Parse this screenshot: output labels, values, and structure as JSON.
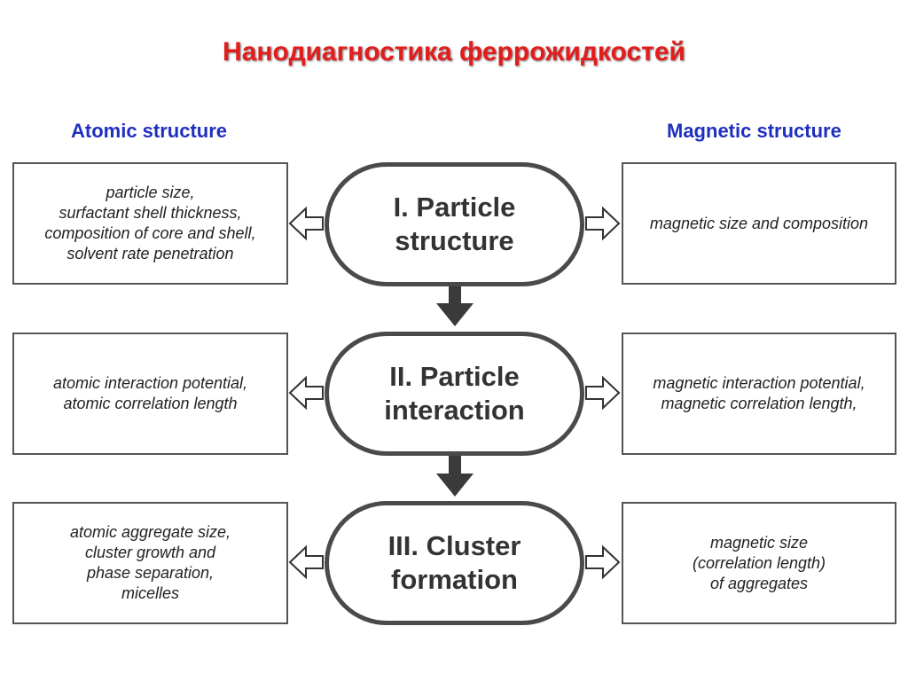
{
  "title": "Нанодиагностика феррожидкостей",
  "headers": {
    "left": "Atomic structure",
    "right": "Magnetic structure"
  },
  "stages": [
    {
      "label": "I. Particle\nstructure",
      "atomic": "particle size,\nsurfactant shell thickness,\ncomposition of core and shell,\nsolvent rate penetration",
      "magnetic": "magnetic size and composition"
    },
    {
      "label": "II. Particle\ninteraction",
      "atomic": "atomic interaction potential,\natomic correlation length",
      "magnetic": "magnetic interaction potential,\nmagnetic correlation length,"
    },
    {
      "label": "III. Cluster\nformation",
      "atomic": "atomic aggregate size,\ncluster growth and\nphase separation,\nmicelles",
      "magnetic": "magnetic size\n(correlation length)\nof aggregates"
    }
  ],
  "colors": {
    "title": "#e31c1c",
    "headers": "#1f2fbf",
    "outline": "#4a4a4a"
  }
}
